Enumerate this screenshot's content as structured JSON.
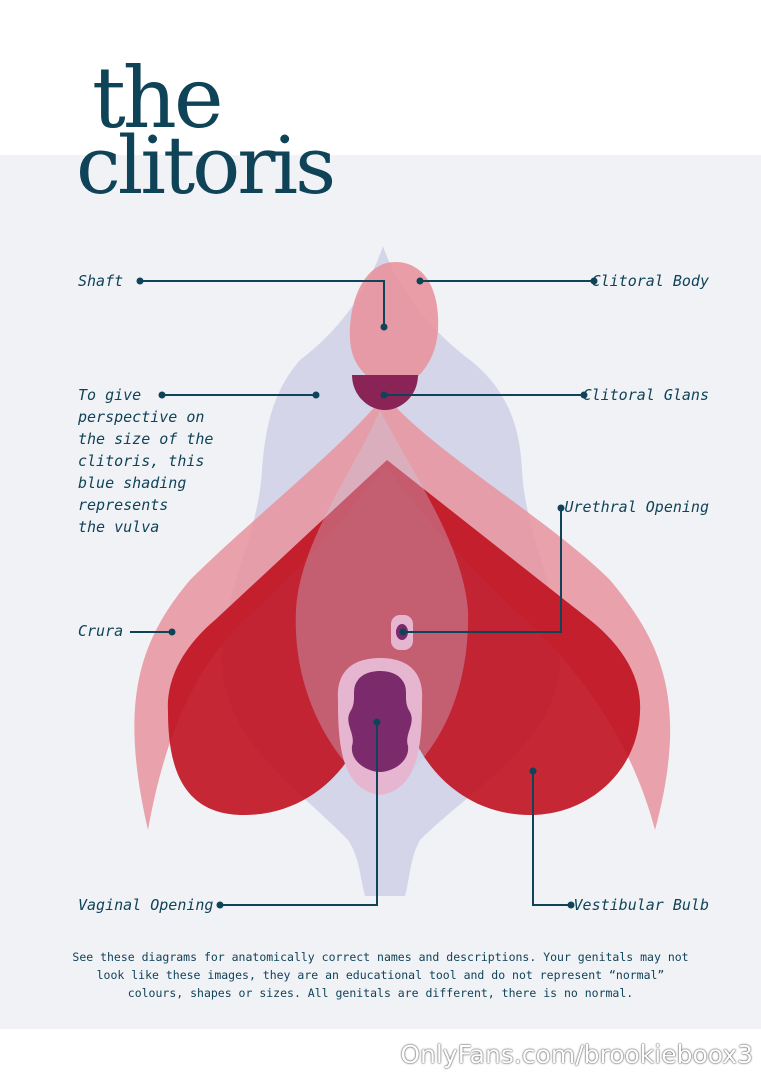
{
  "title": {
    "line1": "the",
    "line2": "clitoris"
  },
  "labels": {
    "shaft": "Shaft",
    "clitoral_body": "Clitoral Body",
    "clitoral_glans": "Clitoral Glans",
    "urethral_opening": "Urethral Opening",
    "crura": "Crura",
    "vaginal_opening": "Vaginal Opening",
    "vestibular_bulb": "Vestibular Bulb"
  },
  "vulva_note": "To give\nperspective on\nthe size of the\nclitoris, this\nblue shading\nrepresents\nthe vulva",
  "disclaimer": "See these diagrams for anatomically correct names and descriptions. Your genitals may not look like these images, they are an educational tool and do not represent “normal” colours, shapes or sizes. All genitals are different, there is no normal.",
  "watermark": "OnlyFans.com/brookieboox3",
  "colors": {
    "background": "#f1f2f6",
    "title": "#0f4358",
    "vulva_shading": "#c9cbe4",
    "clitoris_pink": "#e8949d",
    "vestibular_bulb_red": "#c0111f",
    "glans_purple": "#8b2456",
    "vaginal_opening_purple": "#7b2a6b",
    "leader_line": "#0f4358"
  }
}
